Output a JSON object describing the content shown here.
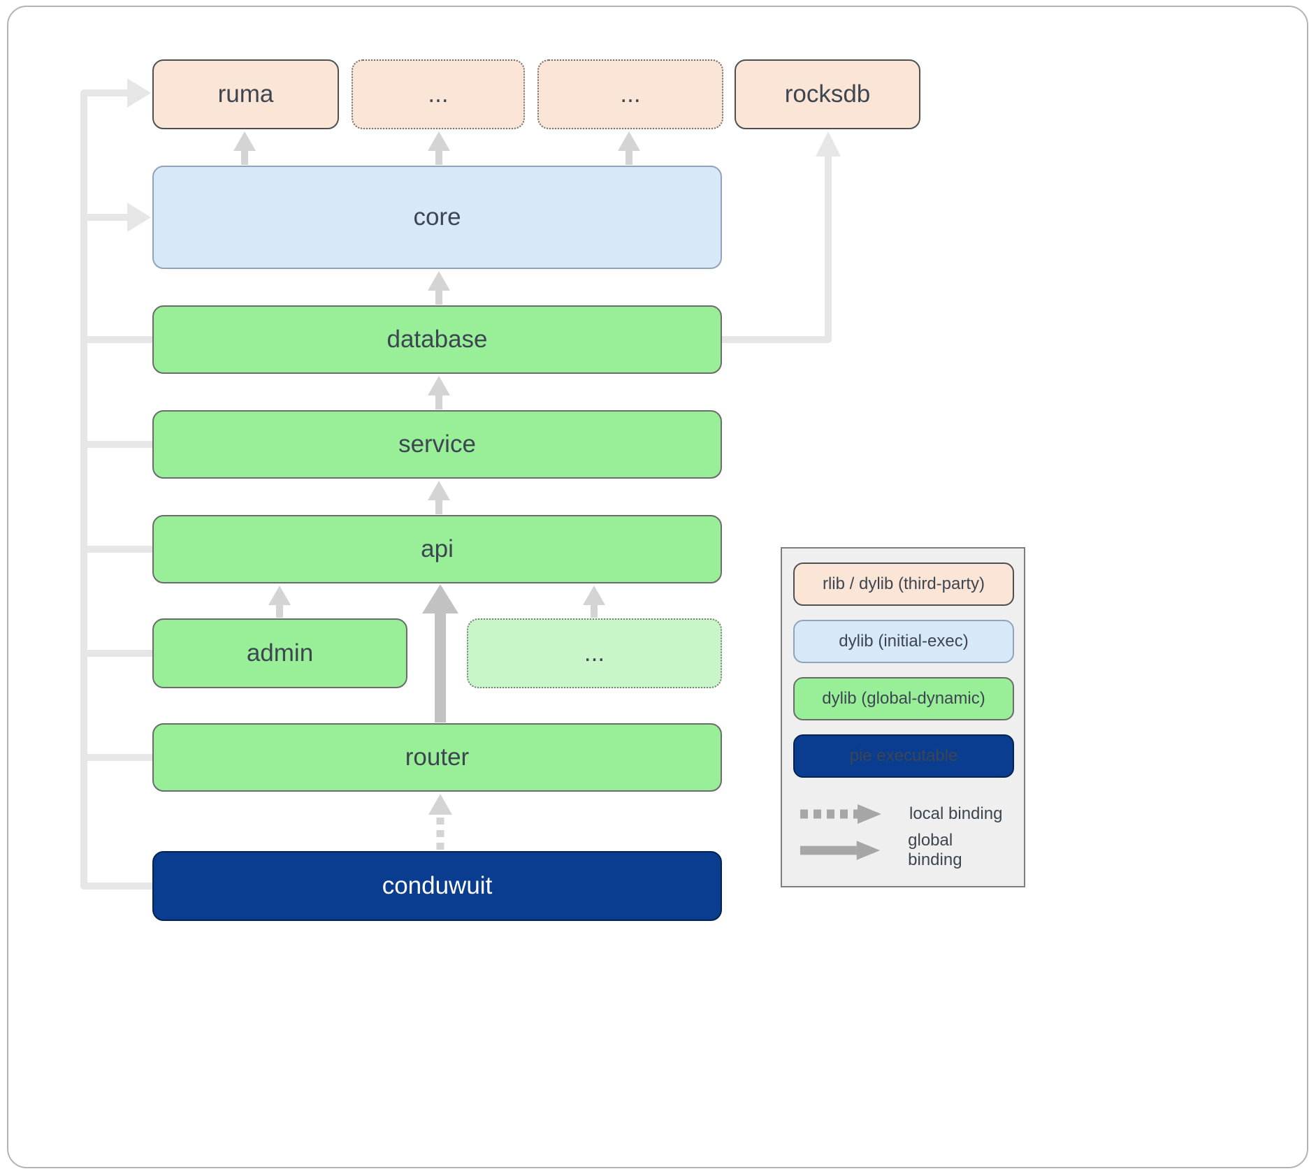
{
  "nodes": {
    "ruma": {
      "label": "ruma",
      "type": "rlib / dylib (third-party)"
    },
    "ellipsis_top_1": {
      "label": "...",
      "type": "rlib / dylib (third-party)"
    },
    "ellipsis_top_2": {
      "label": "...",
      "type": "rlib / dylib (third-party)"
    },
    "rocksdb": {
      "label": "rocksdb",
      "type": "rlib / dylib (third-party)"
    },
    "core": {
      "label": "core",
      "type": "dylib (initial-exec)"
    },
    "database": {
      "label": "database",
      "type": "dylib (global-dynamic)"
    },
    "service": {
      "label": "service",
      "type": "dylib (global-dynamic)"
    },
    "api": {
      "label": "api",
      "type": "dylib (global-dynamic)"
    },
    "admin": {
      "label": "admin",
      "type": "dylib (global-dynamic)"
    },
    "ellipsis_mid": {
      "label": "...",
      "type": "dylib (global-dynamic)"
    },
    "router": {
      "label": "router",
      "type": "dylib (global-dynamic)"
    },
    "conduwuit": {
      "label": "conduwuit",
      "type": "pie executable"
    }
  },
  "edges": [
    {
      "from": "core",
      "to": "ruma",
      "binding": "global"
    },
    {
      "from": "core",
      "to": "ellipsis_top_1",
      "binding": "global"
    },
    {
      "from": "core",
      "to": "ellipsis_top_2",
      "binding": "global"
    },
    {
      "from": "database",
      "to": "core",
      "binding": "global"
    },
    {
      "from": "database",
      "to": "rocksdb",
      "binding": "global"
    },
    {
      "from": "service",
      "to": "database",
      "binding": "global"
    },
    {
      "from": "api",
      "to": "service",
      "binding": "global"
    },
    {
      "from": "admin",
      "to": "api",
      "binding": "global"
    },
    {
      "from": "ellipsis_mid",
      "to": "api",
      "binding": "global"
    },
    {
      "from": "router",
      "to": "api",
      "binding": "global"
    },
    {
      "from": "conduwuit",
      "to": "router",
      "binding": "local"
    },
    {
      "from": "conduwuit",
      "to": "ruma",
      "binding": "global"
    },
    {
      "from": "conduwuit",
      "to": "core",
      "binding": "global"
    }
  ],
  "legend": {
    "items": [
      {
        "label": "rlib / dylib (third-party)"
      },
      {
        "label": "dylib (initial-exec)"
      },
      {
        "label": "dylib (global-dynamic)"
      },
      {
        "label": "pie executable"
      }
    ],
    "bindings": [
      {
        "label": "local binding",
        "style": "dashed"
      },
      {
        "label": "global binding",
        "style": "solid"
      }
    ]
  },
  "colors": {
    "third_party": "#fbe5d6",
    "initial_exec": "#d7e8f8",
    "global_dynamic": "#98ef98",
    "global_dynamic_faded": "#c8f6c8",
    "pie_executable": "#0a3d8f",
    "arrow_light": "#e6e6e6",
    "arrow_mid": "#d4d4d4",
    "arrow_strong": "#c2c2c2",
    "legend_arrow": "#a6a6a6",
    "legend_bg": "#efefef",
    "text": "#3d4650",
    "text_inverse": "#ffffff"
  }
}
